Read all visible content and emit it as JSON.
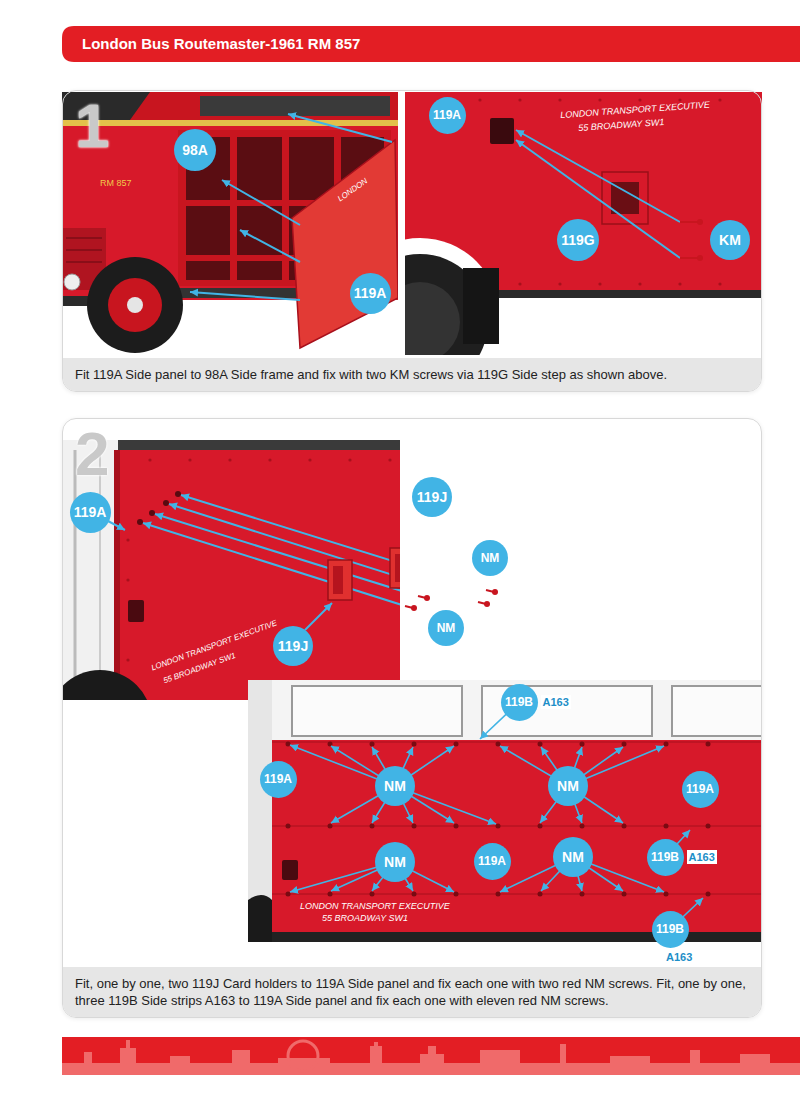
{
  "diagram": {
    "title": "London Bus Routemaster-1961 RM 857",
    "nodes": [
      {
        "text": [
          "1"
        ]
      },
      {
        "text": [
          "98A"
        ],
        "in": 0
      },
      {
        "text": [
          "119A"
        ],
        "in": 0
      },
      {
        "text": [
          "119A"
        ],
        "in": 0
      },
      {
        "text": [
          "119G"
        ],
        "in": 0
      },
      {
        "text": [
          "KM"
        ],
        "in": 0
      },
      {
        "text": [
          "Fit 119A Side panel to 98A Side frame and fix with two KM screws via 119G Side step as shown above."
        ],
        "in": 0
      },
      {
        "text": [
          "2"
        ]
      },
      {
        "text": [
          "119A"
        ],
        "in": 7
      },
      {
        "text": [
          "119J"
        ],
        "in": 7
      },
      {
        "text": [
          "NM"
        ],
        "in": 7
      },
      {
        "text": [
          "NM"
        ],
        "in": 7
      },
      {
        "text": [
          "119J"
        ],
        "in": 7
      },
      {
        "text": [
          "119B",
          "A163"
        ],
        "in": 7
      },
      {
        "text": [
          "119A"
        ],
        "in": 7
      },
      {
        "text": [
          "NM"
        ],
        "in": 7
      },
      {
        "text": [
          "NM"
        ],
        "in": 7
      },
      {
        "text": [
          "119A"
        ],
        "in": 7
      },
      {
        "text": [
          "119B",
          "A163"
        ],
        "in": 7
      },
      {
        "text": [
          "NM"
        ],
        "in": 7
      },
      {
        "text": [
          "119A"
        ],
        "in": 7
      },
      {
        "text": [
          "NM"
        ],
        "in": 7
      },
      {
        "text": [
          "119B",
          "A163"
        ],
        "in": 7
      },
      {
        "text": [
          "Fit, one by one, two 119J Card holders to 119A Side panel and fix each one with two red NM screws. Fit, one by one, three 119B Side strips A163 to 119A Side panel and fix each one with eleven red NM screws."
        ],
        "in": 7
      }
    ],
    "labels": [
      "RM 857",
      "LONDON",
      "LONDON TRANSPORT EXECUTIVE",
      "55 BROADWAY SW1",
      "LONDON TRANSPORT EXECUTIVE",
      "55 BROADWAY SW1",
      "LONDON TRANSPORT EXECUTIVE",
      "55 BROADWAY SW1"
    ]
  }
}
